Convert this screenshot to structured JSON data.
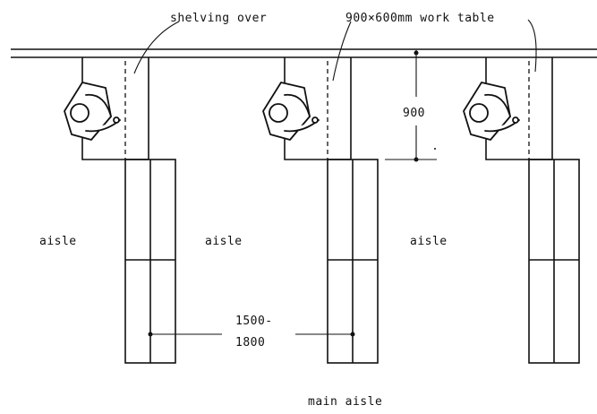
{
  "labels": {
    "shelving_over": "shelving over",
    "work_table": "900×600mm work table",
    "dim_900": "900",
    "dim_1500": "1500-",
    "dim_1800": "1800",
    "aisle": "aisle",
    "main_aisle": "main aisle"
  },
  "colors": {
    "line": "#111111",
    "background": "#ffffff"
  },
  "icons": {
    "worker": "seated-worker-icon"
  }
}
